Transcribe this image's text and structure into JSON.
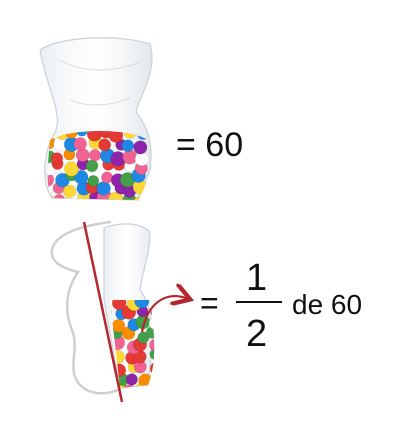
{
  "equation_full": {
    "text": "= 60"
  },
  "equation_half": {
    "equals": "=",
    "numerator": "1",
    "denominator": "2",
    "suffix": "de 60"
  },
  "colors": {
    "divider_line": "#b3272d",
    "arrow": "#b3272d",
    "outline": "#cfcfcf",
    "candy": [
      "#e53935",
      "#fdd835",
      "#43a047",
      "#8e24aa",
      "#fb8c00",
      "#1e88e5",
      "#ffffff",
      "#f06292"
    ]
  },
  "icons": {
    "full_bag": "candy-bag",
    "half_bag": "half-candy-bag",
    "arrow": "curved-arrow-right"
  }
}
